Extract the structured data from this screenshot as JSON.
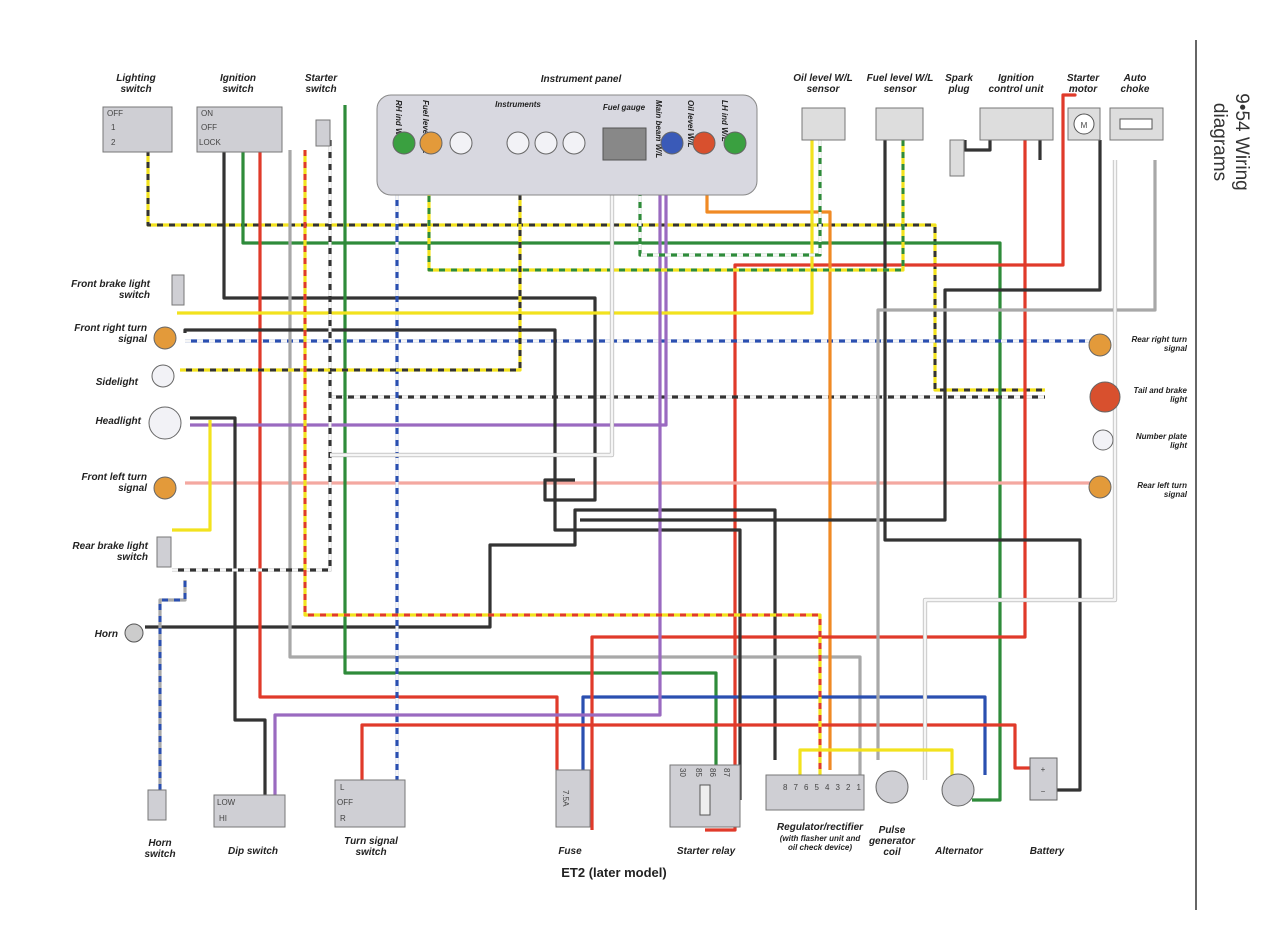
{
  "page": {
    "section": "9•54 Wiring diagrams",
    "caption": "ET2 (later model)"
  },
  "wire_colors": {
    "black": "#333333",
    "red": "#e03a2a",
    "green": "#2e8b3a",
    "yellow": "#f2e21e",
    "blue": "#2a4fb0",
    "white": "#f5f5f5",
    "grey": "#a8a8a8",
    "purple": "#9a6ac0",
    "orange": "#f08a24",
    "pink": "#f4a8a0",
    "brown": "#8a5a2a"
  },
  "components": {
    "lighting_switch": {
      "label": "Lighting switch",
      "positions": [
        "OFF",
        "1",
        "2"
      ]
    },
    "ignition_switch": {
      "label": "Ignition switch",
      "positions": [
        "ON",
        "OFF",
        "LOCK"
      ]
    },
    "starter_switch": {
      "label": "Starter switch"
    },
    "instrument_panel": {
      "label": "Instrument panel",
      "instruments_label": "Instruments",
      "rh_ind": "RH ind W/L",
      "fuel_level": "Fuel level W/L",
      "fuel_gauge": "Fuel gauge",
      "main_beam": "Main beam W/L",
      "oil_level": "Oil level W/L",
      "lh_ind": "LH ind W/L"
    },
    "oil_sensor": {
      "label": "Oil level W/L sensor"
    },
    "fuel_sensor": {
      "label": "Fuel level W/L sensor"
    },
    "spark_plug": {
      "label": "Spark plug"
    },
    "icu": {
      "label": "Ignition control unit"
    },
    "starter_motor": {
      "label": "Starter motor",
      "symbol": "M"
    },
    "auto_choke": {
      "label": "Auto choke"
    },
    "front_brake_switch": {
      "label": "Front brake light switch"
    },
    "front_right_turn": {
      "label": "Front right turn signal"
    },
    "sidelight": {
      "label": "Sidelight"
    },
    "headlight": {
      "label": "Headlight"
    },
    "front_left_turn": {
      "label": "Front left turn signal"
    },
    "rear_brake_switch": {
      "label": "Rear brake light switch"
    },
    "horn": {
      "label": "Horn"
    },
    "rear_right_turn": {
      "label": "Rear right turn signal"
    },
    "tail_light": {
      "label": "Tail and brake light"
    },
    "number_plate": {
      "label": "Number plate light"
    },
    "rear_left_turn": {
      "label": "Rear left turn signal"
    },
    "horn_switch": {
      "label": "Horn switch"
    },
    "dip_switch": {
      "label": "Dip switch",
      "positions": [
        "LOW",
        "HI"
      ]
    },
    "turn_switch": {
      "label": "Turn signal switch",
      "positions": [
        "L",
        "OFF",
        "R"
      ]
    },
    "fuse": {
      "label": "Fuse",
      "rating": "7.5A"
    },
    "starter_relay": {
      "label": "Starter relay",
      "terminals": [
        "30",
        "85",
        "86",
        "87"
      ]
    },
    "regulator": {
      "label": "Regulator/rectifier",
      "note": "(with flasher unit and oil check device)",
      "terminals": [
        "8",
        "7",
        "6",
        "5",
        "4",
        "3",
        "2",
        "1"
      ]
    },
    "pulse_coil": {
      "label": "Pulse generator coil"
    },
    "alternator": {
      "label": "Alternator"
    },
    "battery": {
      "label": "Battery",
      "plus": "+",
      "minus": "−"
    }
  }
}
